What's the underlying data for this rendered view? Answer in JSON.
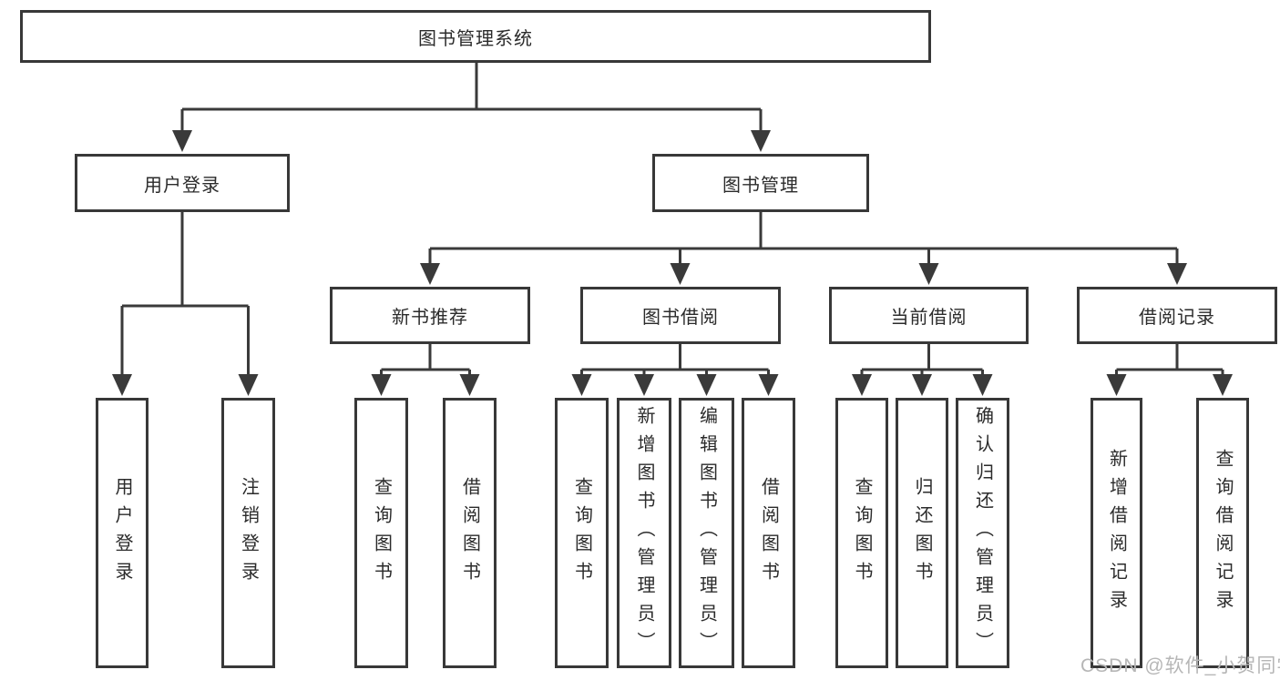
{
  "diagram": {
    "root": {
      "label": "图书管理系统",
      "children": [
        {
          "label": "用户登录",
          "children": [
            {
              "label": "用户登录"
            },
            {
              "label": "注销登录"
            }
          ]
        },
        {
          "label": "图书管理",
          "children": [
            {
              "label": "新书推荐",
              "children": [
                {
                  "label": "查询图书"
                },
                {
                  "label": "借阅图书"
                }
              ]
            },
            {
              "label": "图书借阅",
              "children": [
                {
                  "label": "查询图书"
                },
                {
                  "label": "新增图书（管理员）"
                },
                {
                  "label": "编辑图书（管理员）"
                },
                {
                  "label": "借阅图书"
                }
              ]
            },
            {
              "label": "当前借阅",
              "children": [
                {
                  "label": "查询图书"
                },
                {
                  "label": "归还图书"
                },
                {
                  "label": "确认归还（管理员）"
                }
              ]
            },
            {
              "label": "借阅记录",
              "children": [
                {
                  "label": "新增借阅记录"
                },
                {
                  "label": "查询借阅记录"
                }
              ]
            }
          ]
        }
      ]
    }
  },
  "watermark": "CSDN @软件_小贺同学",
  "colors": {
    "line": "#3a3a3a",
    "box_border": "#383838",
    "text": "#2b2b2b",
    "watermark_text": "#b6b6b6",
    "background": "#ffffff"
  }
}
